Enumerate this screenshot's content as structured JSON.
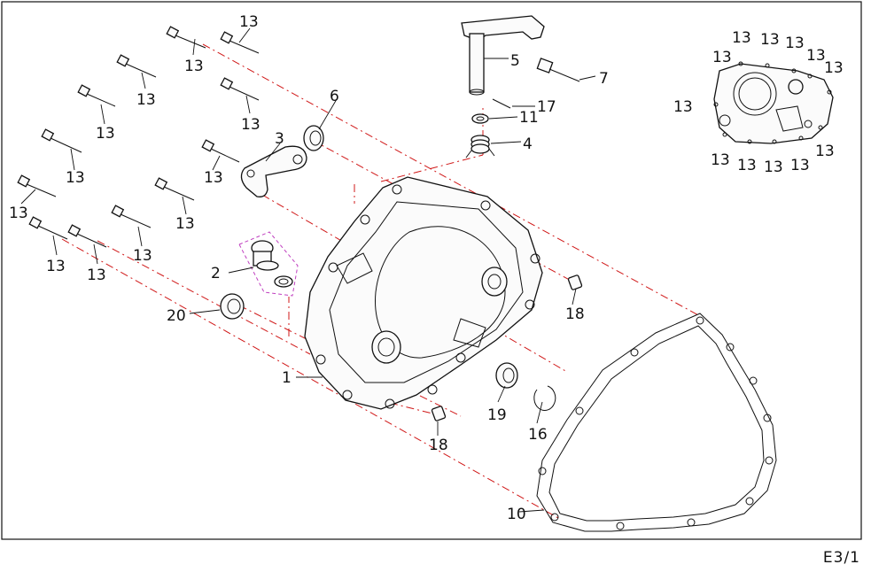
{
  "diagram": {
    "page_id": "E3/1",
    "callouts": [
      "1",
      "2",
      "3",
      "4",
      "5",
      "6",
      "7",
      "10",
      "11",
      "13",
      "16",
      "17",
      "18",
      "19",
      "20"
    ]
  }
}
